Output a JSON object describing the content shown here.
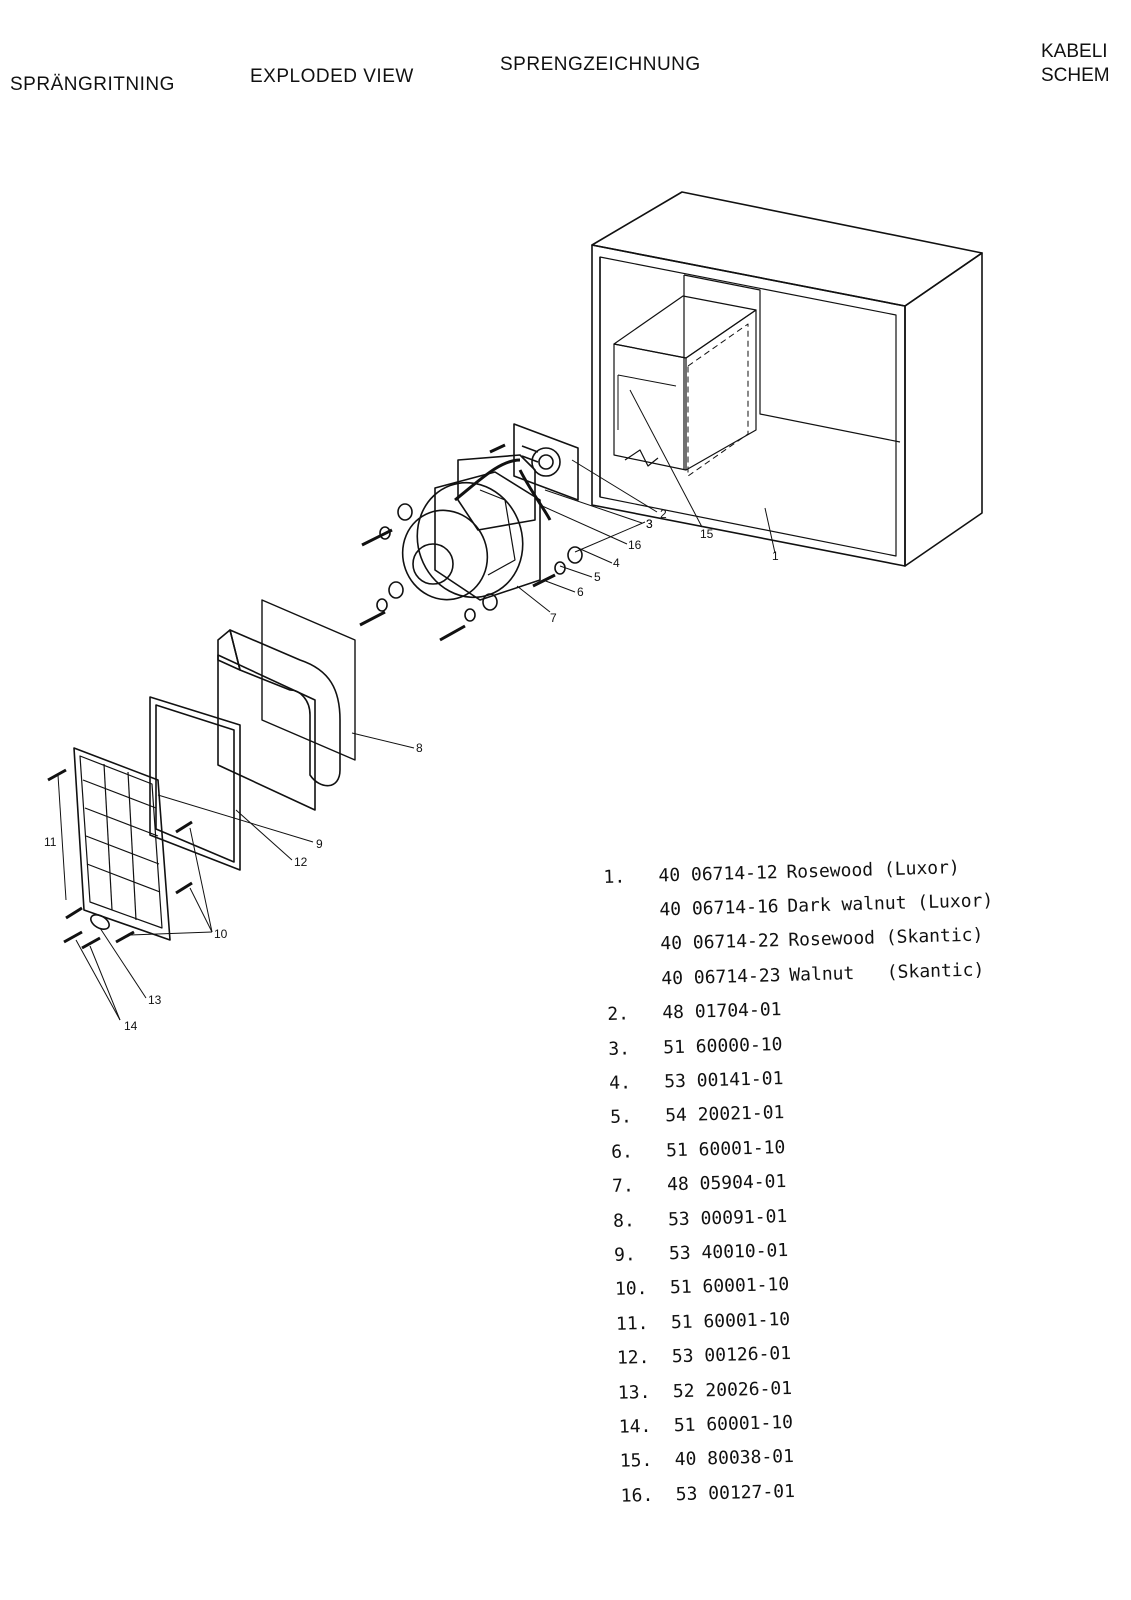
{
  "header": {
    "swedish": "SPRÄNGRITNING",
    "english": "EXPLODED VIEW",
    "german": "SPRENGZEICHNUNG",
    "right_top": "KABELI",
    "right_bottom": "SCHEM"
  },
  "callouts": [
    "1",
    "2",
    "3",
    "3",
    "16",
    "4",
    "5",
    "6",
    "7",
    "15",
    "8",
    "9",
    "12",
    "10",
    "11",
    "13",
    "14"
  ],
  "parts": [
    {
      "num": "1.",
      "pn": "40 06714-12",
      "desc": "Rosewood (Luxor)"
    },
    {
      "num": "",
      "pn": "40 06714-16",
      "desc": "Dark walnut (Luxor)"
    },
    {
      "num": "",
      "pn": "40 06714-22",
      "desc": "Rosewood (Skantic)"
    },
    {
      "num": "",
      "pn": "40 06714-23",
      "desc": "Walnut   (Skantic)"
    },
    {
      "num": "2.",
      "pn": "48 01704-01",
      "desc": ""
    },
    {
      "num": "3.",
      "pn": "51 60000-10",
      "desc": ""
    },
    {
      "num": "4.",
      "pn": "53 00141-01",
      "desc": ""
    },
    {
      "num": "5.",
      "pn": "54 20021-01",
      "desc": ""
    },
    {
      "num": "6.",
      "pn": "51 60001-10",
      "desc": ""
    },
    {
      "num": "7.",
      "pn": "48 05904-01",
      "desc": ""
    },
    {
      "num": "8.",
      "pn": "53 00091-01",
      "desc": ""
    },
    {
      "num": "9.",
      "pn": "53 40010-01",
      "desc": ""
    },
    {
      "num": "10.",
      "pn": "51 60001-10",
      "desc": ""
    },
    {
      "num": "11.",
      "pn": "51 60001-10",
      "desc": ""
    },
    {
      "num": "12.",
      "pn": "53 00126-01",
      "desc": ""
    },
    {
      "num": "13.",
      "pn": "52 20026-01",
      "desc": ""
    },
    {
      "num": "14.",
      "pn": "51 60001-10",
      "desc": ""
    },
    {
      "num": "15.",
      "pn": "40 80038-01",
      "desc": ""
    },
    {
      "num": "16.",
      "pn": "53 00127-01",
      "desc": ""
    }
  ]
}
